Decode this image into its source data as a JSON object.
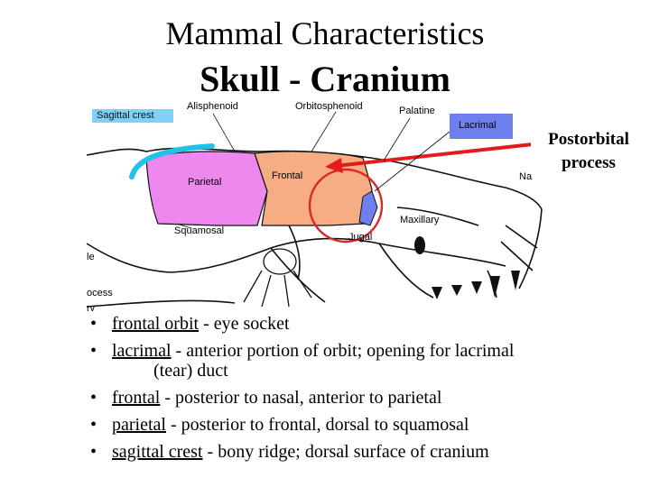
{
  "title": "Mammal Characteristics",
  "subtitle": "Skull - Cranium",
  "diagram": {
    "labels": {
      "sagittal_crest": "Sagittal crest",
      "alisphenoid": "Alisphenoid",
      "orbitosphenoid": "Orbitosphenoid",
      "palatine": "Palatine",
      "lacrimal": "Lacrimal",
      "parietal": "Parietal",
      "frontal": "Frontal",
      "nasal_partial": "Na",
      "maxillary": "Maxillary",
      "squamosal": "Squamosal",
      "jugal": "Jugal",
      "left_partial_1": "le",
      "left_partial_2": "ocess",
      "left_partial_3": "rv"
    },
    "callout": {
      "line1": "Postorbital",
      "line2": "process"
    },
    "colors": {
      "parietal": "#ee88ee",
      "frontal": "#f6ad84",
      "sagittal_crest": "#22c2e8",
      "lacrimal": "#6e80ee",
      "arrow": "#e31b1b",
      "circle": "#d42a2a"
    }
  },
  "bullets": [
    {
      "term": "frontal orbit",
      "desc": " - eye socket",
      "cont": ""
    },
    {
      "term": "lacrimal",
      "desc": " - anterior portion of orbit; opening for lacrimal",
      "cont": "(tear) duct"
    },
    {
      "term": "frontal",
      "desc": " - posterior to nasal, anterior to parietal",
      "cont": ""
    },
    {
      "term": "parietal",
      "desc": " - posterior to frontal, dorsal to squamosal",
      "cont": ""
    },
    {
      "term": "sagittal crest",
      "desc": " - bony ridge; dorsal surface of cranium",
      "cont": ""
    }
  ],
  "bullet_char": "•"
}
